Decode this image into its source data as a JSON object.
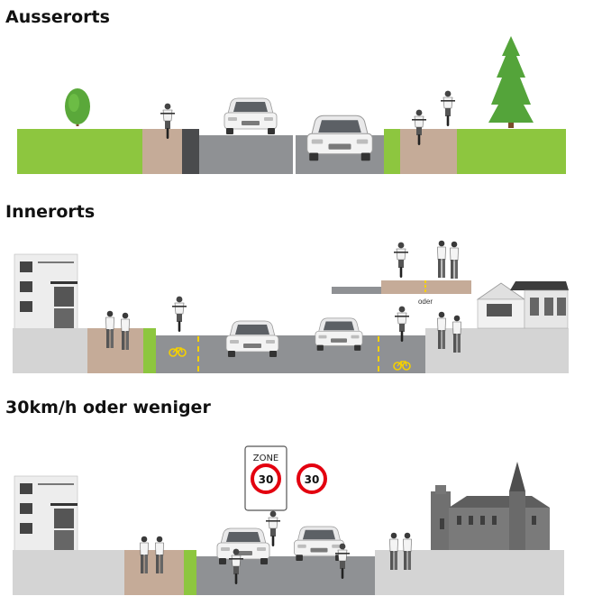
{
  "sections": [
    {
      "title": "Ausserorts"
    },
    {
      "title": "Innerorts",
      "marker": "oder"
    },
    {
      "title": "30km/h oder weniger",
      "sign_zone": "ZONE",
      "sign_speed": "30",
      "sign_speed_round": "30"
    }
  ],
  "colors": {
    "grass": "#8dc63f",
    "cycle_path": "#c5ab98",
    "road": "#8f9194",
    "curb": "#4a4b4d",
    "sidewalk": "#d4d4d4",
    "cycle_marking": "#f5d000",
    "sign_red": "#e3000f"
  },
  "icons": [
    "tree-icon",
    "conifer-icon",
    "cyclist-icon",
    "car-icon",
    "pedestrian-icon",
    "building-icon",
    "house-icon",
    "church-icon",
    "bicycle-symbol-icon"
  ]
}
